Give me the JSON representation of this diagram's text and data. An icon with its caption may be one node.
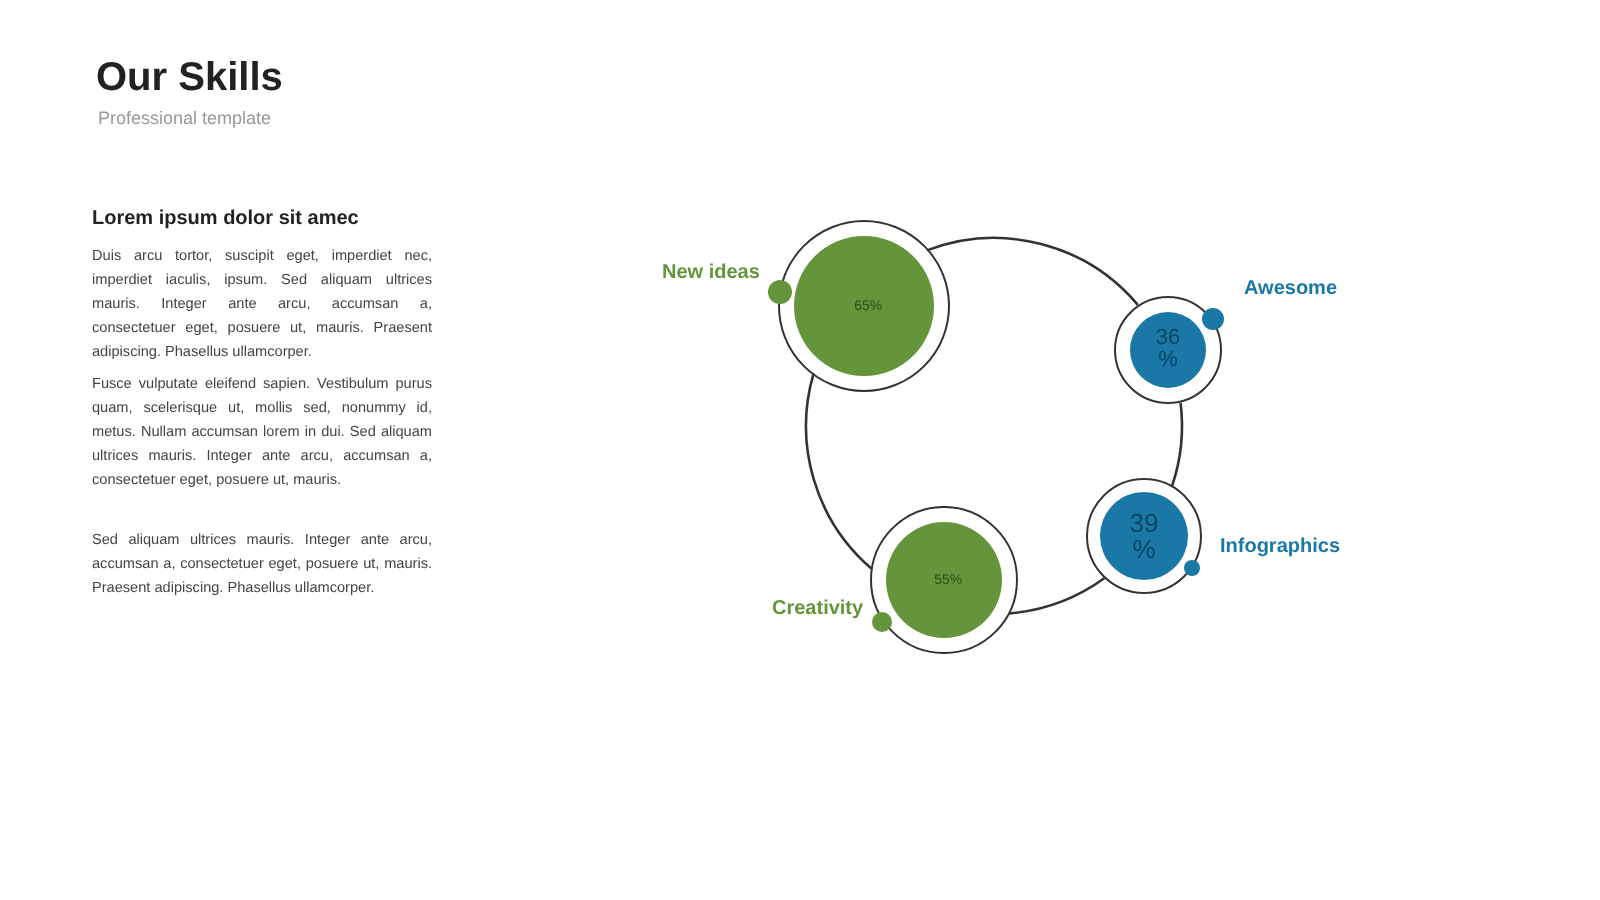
{
  "diagram": {
    "title": "Our Skills",
    "nodes": [
      {
        "text": [
          "65%"
        ],
        "beside": [
          "New ideas"
        ]
      },
      {
        "text": [
          "36 %"
        ],
        "beside": [
          "Awesome"
        ]
      },
      {
        "text": [
          "39 %"
        ],
        "beside": [
          "Infographics"
        ]
      },
      {
        "text": [
          "55%"
        ],
        "beside": [
          "Creativity"
        ]
      }
    ],
    "edges": [
      {
        "from": 0,
        "to": 1,
        "arrow": "none"
      },
      {
        "from": 1,
        "to": 2,
        "arrow": "none"
      },
      {
        "from": 2,
        "to": 3,
        "arrow": "none"
      },
      {
        "from": 3,
        "to": 0,
        "arrow": "none"
      }
    ],
    "labels": [
      "Professional template",
      "Lorem ipsum dolor sit amec",
      "Duis arcu tortor, suscipit eget, imperdiet nec, imperdiet iaculis, ipsum. Sed aliquam ultrices mauris. Integer ante arcu, accumsan a, consectetuer eget, posuere ut, mauris. Praesent adipiscing. Phasellus ullamcorper.",
      "Fusce vulputate eleifend sapien. Vestibulum purus quam, scelerisque ut, mollis sed, nonummy id, metus. Nullam accumsan lorem in dui. Sed aliquam ultrices mauris. Integer ante arcu, accumsan a, consectetuer eget, posuere ut, mauris.",
      "Sed aliquam ultrices mauris. Integer ante arcu, accumsan a, consectetuer eget, posuere ut, mauris. Praesent adipiscing. Phasellus ullamcorper."
    ]
  }
}
